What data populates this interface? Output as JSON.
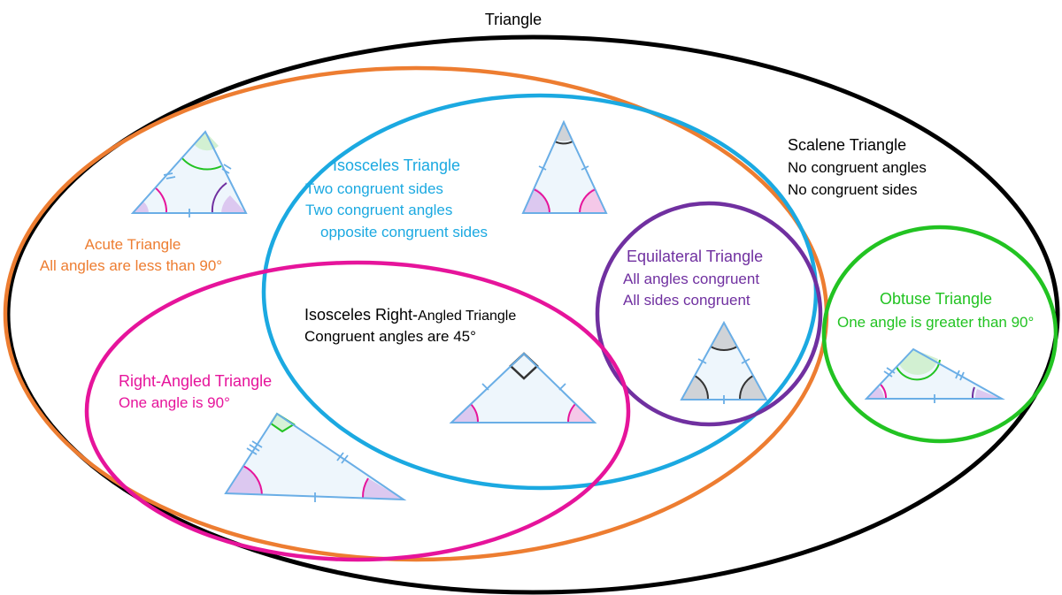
{
  "title": "Triangle",
  "colors": {
    "outer": "#000000",
    "acute": "#ed7d31",
    "isosceles": "#1ba9e1",
    "equilateral": "#7030a0",
    "right": "#e6149b",
    "obtuse": "#22c322",
    "scalene_text": "#000000",
    "triangle_fill": "#eef6fc",
    "triangle_stroke": "#6aaee6",
    "angle_purple": "#dcc8f0",
    "angle_pink": "#f5c8e8",
    "angle_green": "#d2f0d2",
    "angle_gray": "#d0d3d7"
  },
  "scalene": {
    "heading": "Scalene Triangle",
    "lines": [
      "No congruent angles",
      "No congruent sides"
    ]
  },
  "acute": {
    "heading": "Acute Triangle",
    "lines": [
      "All angles are less than 90°"
    ]
  },
  "isosceles": {
    "heading": "Isosceles Triangle",
    "lines": [
      "Two congruent sides",
      "Two congruent angles",
      "opposite congruent sides"
    ]
  },
  "equilateral": {
    "heading": "Equilateral Triangle",
    "lines": [
      "All angles congruent",
      "All sides congruent"
    ]
  },
  "obtuse": {
    "heading": "Obtuse Triangle",
    "lines": [
      "One angle is greater than 90°"
    ]
  },
  "right_angled": {
    "heading": "Right-Angled Triangle",
    "lines": [
      "One angle is 90°"
    ]
  },
  "isosceles_right": {
    "heading_big": "Isosceles Right-",
    "heading_small": "Angled Triangle",
    "lines": [
      "Congruent angles are 45°"
    ]
  }
}
